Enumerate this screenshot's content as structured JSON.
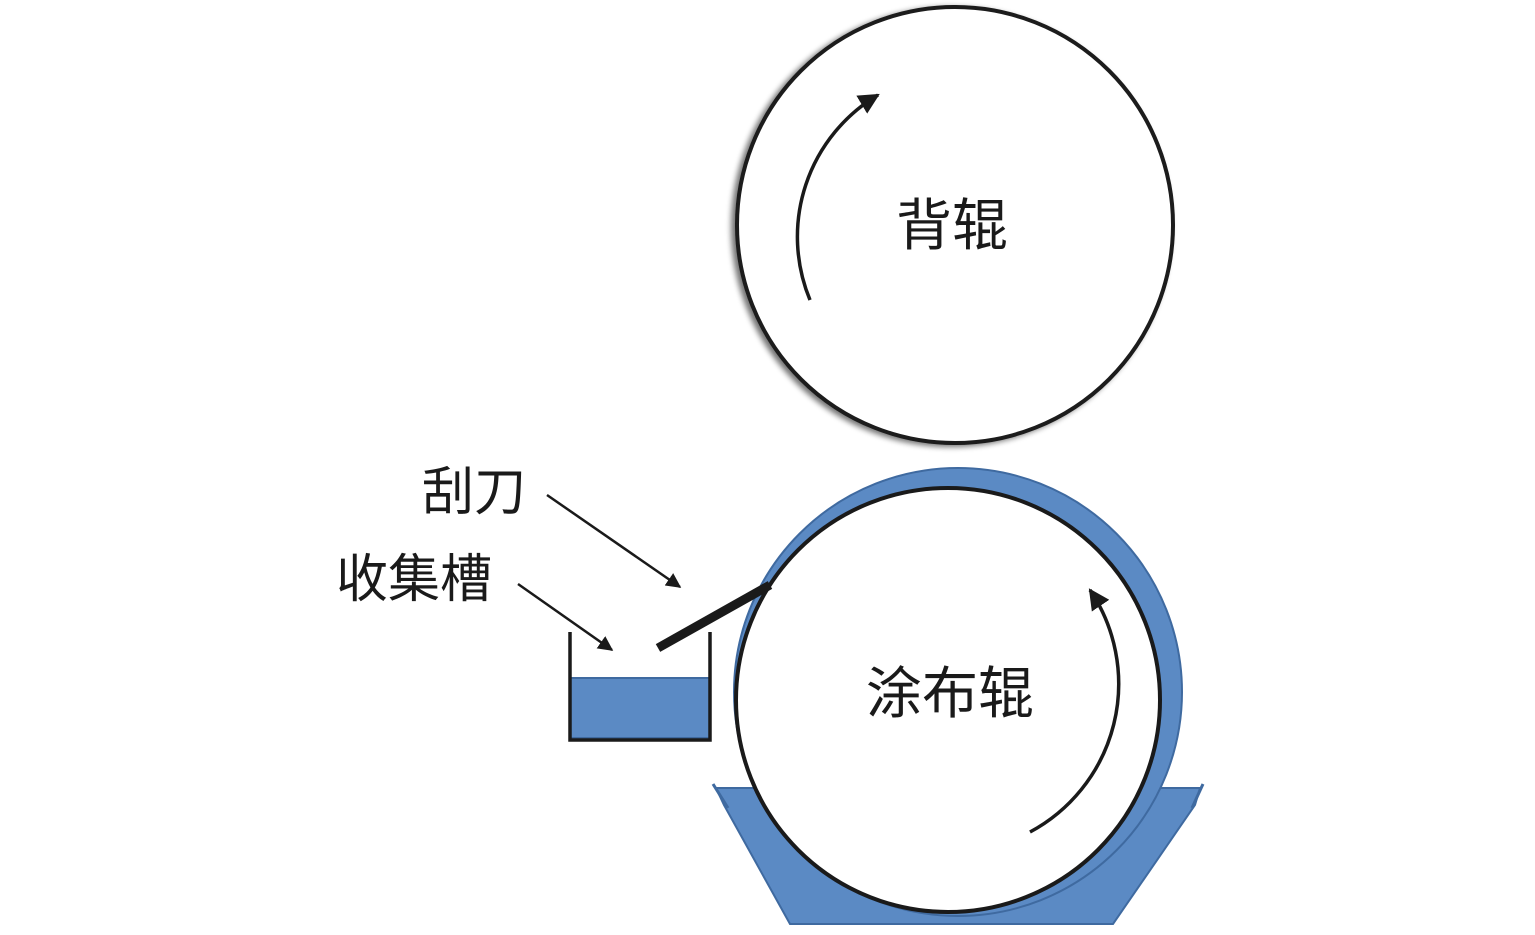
{
  "labels": {
    "back_roller": "背辊",
    "coating_roller": "涂布辊",
    "doctor_blade": "刮刀",
    "collection_trough": "收集槽"
  },
  "colors": {
    "liquid": "#5b8ac4",
    "outline": "#1a1a1a",
    "background": "#ffffff"
  }
}
